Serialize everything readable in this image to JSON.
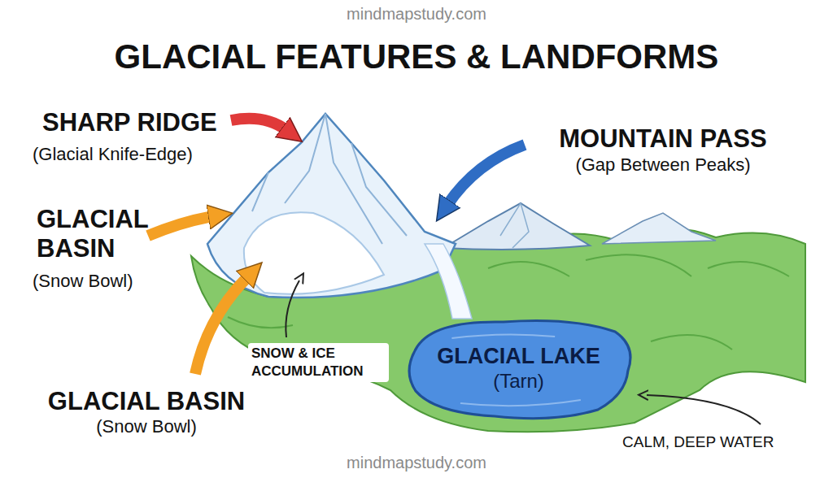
{
  "diagram": {
    "title": "GLACIAL FEATURES & LANDFORMS",
    "nodes": [
      {
        "text": [
          "GLACIAL LAKE",
          "(Tarn)"
        ]
      }
    ],
    "labels": [
      "mindmapstudy.com",
      "SHARP RIDGE",
      "(Glacial Knife-Edge)",
      "MOUNTAIN PASS",
      "(Gap Between Peaks)",
      "GLACIAL BASIN",
      "(Snow Bowl)",
      "SNOW & ICE ACCUMULATION",
      "GLACIAL BASIN",
      "(Snow Bowl)",
      "CALM, DEEP WATER",
      "mindmapstudy.com"
    ]
  }
}
